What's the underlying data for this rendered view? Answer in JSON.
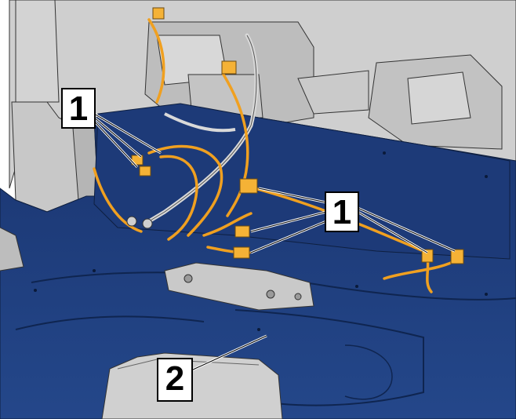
{
  "callouts": {
    "left_label": "1",
    "right_label": "1",
    "bottom_label": "2"
  },
  "colors": {
    "floor_blue": "#1f3d78",
    "floor_blue_dark": "#142c5c",
    "body_grey": "#c9c9c9",
    "harness_orange": "#f0a020",
    "cable_grey": "#d9d9d9",
    "outline": "#1a1a1a"
  }
}
